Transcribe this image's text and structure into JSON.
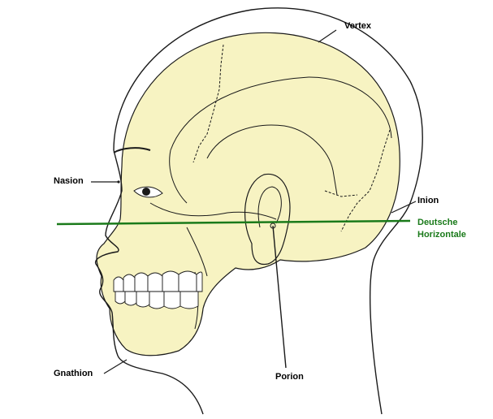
{
  "diagram": {
    "type": "anatomical-illustration",
    "subject": "Lateral view of human head and skull",
    "colors": {
      "skull_fill": "#f7f3c2",
      "outline": "#1a1a1a",
      "horizontal_line": "#1a7a1a",
      "background": "#ffffff"
    },
    "labels": {
      "vertex": "Vertex",
      "nasion": "Nasion",
      "inion": "Inion",
      "horizontal_line_1": "Deutsche",
      "horizontal_line_2": "Horizontale",
      "gnathion": "Gnathion",
      "porion": "Porion"
    }
  }
}
